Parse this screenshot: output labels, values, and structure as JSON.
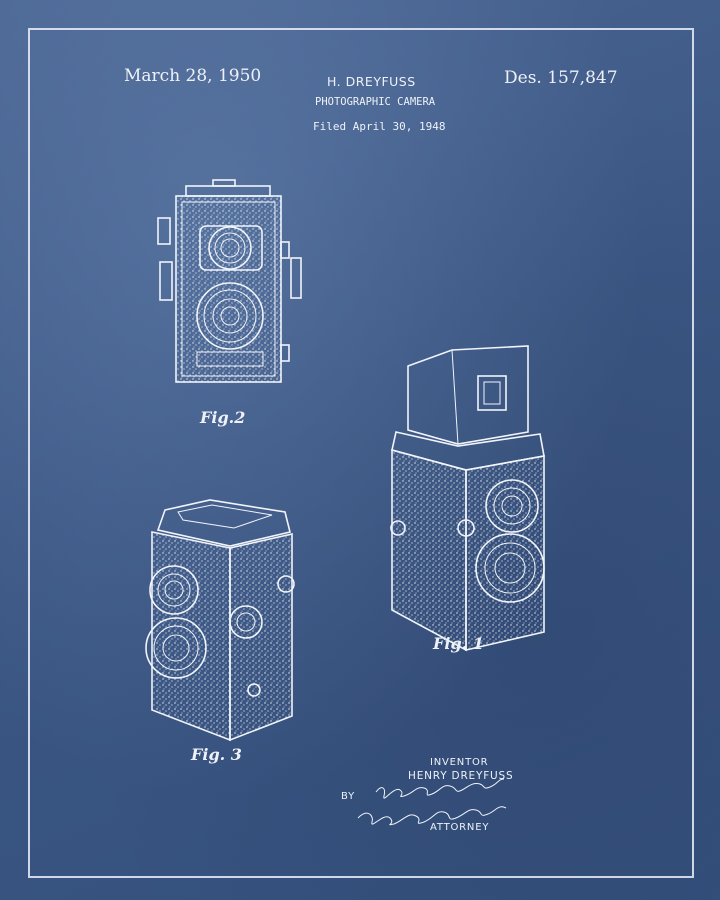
{
  "header": {
    "date": "March 28, 1950",
    "inventor_name": "H. DREYFUSS",
    "title": "PHOTOGRAPHIC CAMERA",
    "filed": "Filed April 30, 1948",
    "design_number": "Des. 157,847"
  },
  "figures": {
    "fig1": "Fig. 1",
    "fig2": "Fig.2",
    "fig3": "Fig. 3"
  },
  "signature_block": {
    "inventor_label": "INVENTOR",
    "inventor_full_name": "HENRY DREYFUSS",
    "by": "BY",
    "attorney_label": "ATTORNEY"
  }
}
